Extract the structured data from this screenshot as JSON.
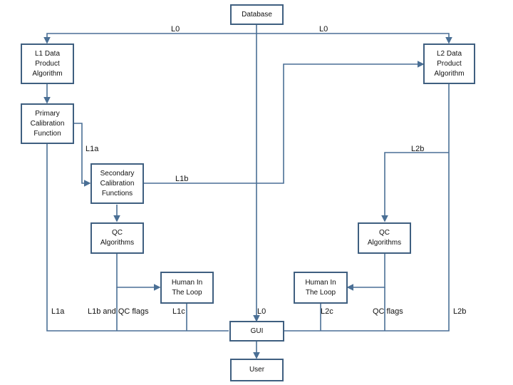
{
  "boxes": {
    "database": "Database",
    "l1_algorithm": "L1 Data\nProduct\nAlgorithm",
    "l2_algorithm": "L2 Data\nProduct\nAlgorithm",
    "primary_calibration": "Primary\nCalibration\nFunction",
    "secondary_calibration": "Secondary\nCalibration\nFunctions",
    "qc_left": "QC\nAlgorithms",
    "qc_right": "QC\nAlgorithms",
    "human_left": "Human In\nThe Loop",
    "human_right": "Human In\nThe Loop",
    "gui": "GUI",
    "user": "User"
  },
  "labels": {
    "l0_top_left": "L0",
    "l0_top_right": "L0",
    "l1a_upper": "L1a",
    "l2b_upper": "L2b",
    "l1b_middle": "L1b",
    "l1a_bottom": "L1a",
    "l1b_qc_flags": "L1b and QC flags",
    "l1c": "L1c",
    "l0_bottom": "L0",
    "l2c": "L2c",
    "qc_flags": "QC flags",
    "l2b_bottom": "L2b"
  },
  "colors": {
    "line": "#4a6f95",
    "box_border": "#3f5f80"
  }
}
